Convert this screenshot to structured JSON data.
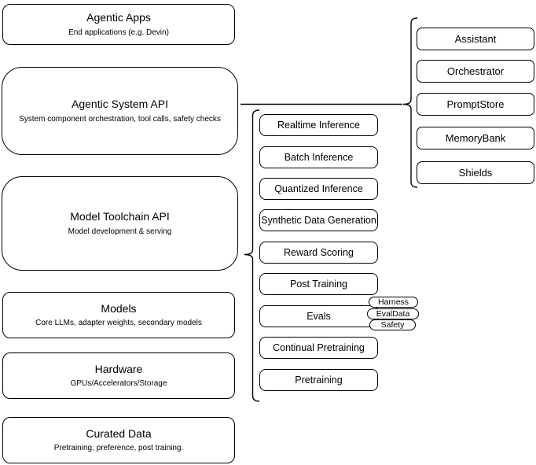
{
  "diagram": {
    "left_stack": [
      {
        "title": "Agentic Apps",
        "subtitle": "End applications (e.g. Devin)"
      },
      {
        "title": "Agentic System API",
        "subtitle": "System component orchestration, tool calls, safety checks"
      },
      {
        "title": "Model Toolchain API",
        "subtitle": "Model development & serving"
      },
      {
        "title": "Models",
        "subtitle": "Core LLMs, adapter weights, secondary models"
      },
      {
        "title": "Hardware",
        "subtitle": "GPUs/Accelerators/Storage"
      },
      {
        "title": "Curated Data",
        "subtitle": "Pretraining, preference, post training."
      }
    ],
    "toolchain_items": [
      "Realtime Inference",
      "Batch Inference",
      "Quantized Inference",
      "Synthetic Data Generation",
      "Reward Scoring",
      "Post Training",
      "Evals",
      "Continual Pretraining",
      "Pretraining"
    ],
    "evals_tags": [
      "Harness",
      "EvalData",
      "Safety"
    ],
    "system_components": [
      "Assistant",
      "Orchestrator",
      "PromptStore",
      "MemoryBank",
      "Shields"
    ],
    "colors": {
      "stroke": "#000000",
      "background": "#ffffff",
      "text": "#000000"
    }
  }
}
